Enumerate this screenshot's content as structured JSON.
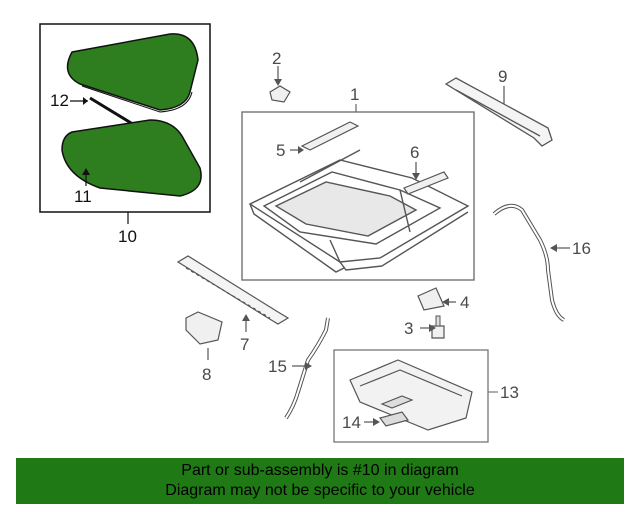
{
  "callouts": {
    "c1": "1",
    "c2": "2",
    "c3": "3",
    "c4": "4",
    "c5": "5",
    "c6": "6",
    "c7": "7",
    "c8": "8",
    "c9": "9",
    "c10": "10",
    "c11": "11",
    "c12": "12",
    "c13": "13",
    "c14": "14",
    "c15": "15",
    "c16": "16"
  },
  "banner": {
    "line1": "Part or sub-assembly is #10 in diagram",
    "line2": "Diagram may not be specific to your vehicle"
  },
  "colors": {
    "glass_fill": "#2e7d1e",
    "banner_bg": "#1f7a15",
    "line": "#555555",
    "box_fill": "#f0f0f0"
  }
}
